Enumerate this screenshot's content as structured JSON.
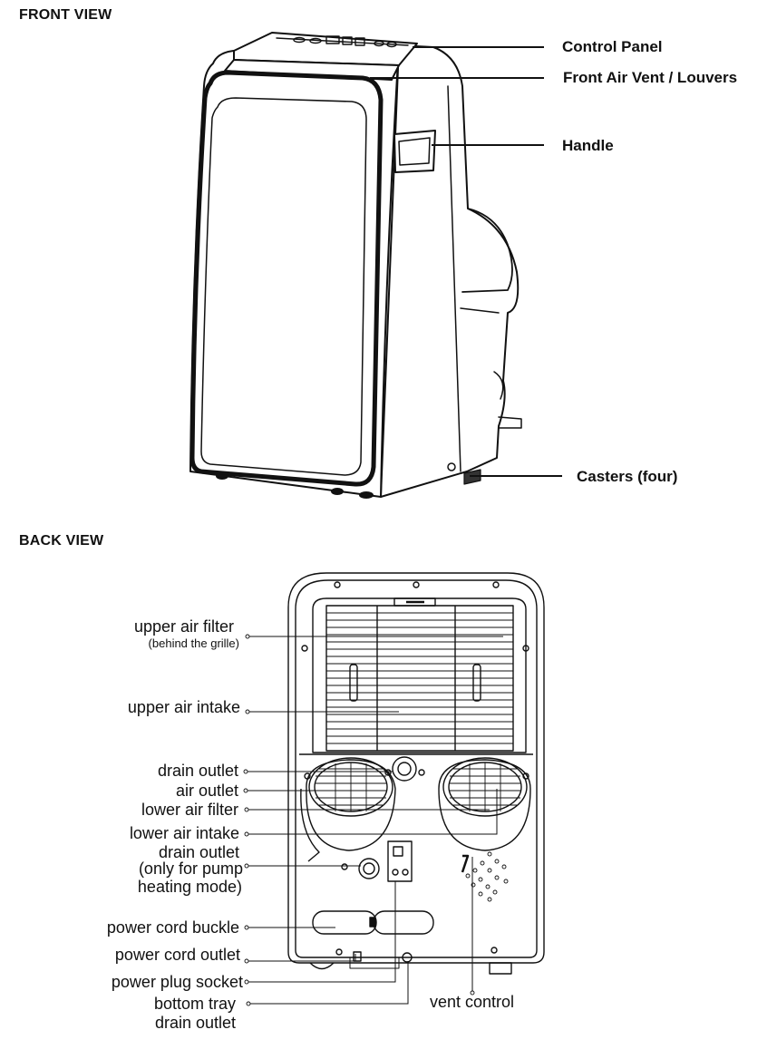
{
  "front_view": {
    "title": "FRONT VIEW",
    "labels": {
      "control_panel": "Control Panel",
      "front_air_vent": "Front Air Vent /  Louvers",
      "handle": "Handle",
      "casters": "Casters (four)"
    }
  },
  "back_view": {
    "title": "BACK VIEW",
    "labels": {
      "upper_air_filter": "upper air filter",
      "upper_air_filter_note": "(behind the grille)",
      "upper_air_intake": "upper air intake",
      "drain_outlet": "drain outlet",
      "air_outlet": "air outlet",
      "lower_air_filter": "lower air filter",
      "lower_air_intake": "lower air intake",
      "drain_outlet_pump_1": "drain outlet",
      "drain_outlet_pump_2": "(only for pump",
      "drain_outlet_pump_3": "heating mode)",
      "power_cord_buckle": "power cord buckle",
      "power_cord_outlet": "power cord outlet",
      "power_plug_socket": "power plug socket",
      "bottom_tray_1": "bottom tray",
      "bottom_tray_2": "drain outlet",
      "vent_control": "vent control"
    }
  }
}
